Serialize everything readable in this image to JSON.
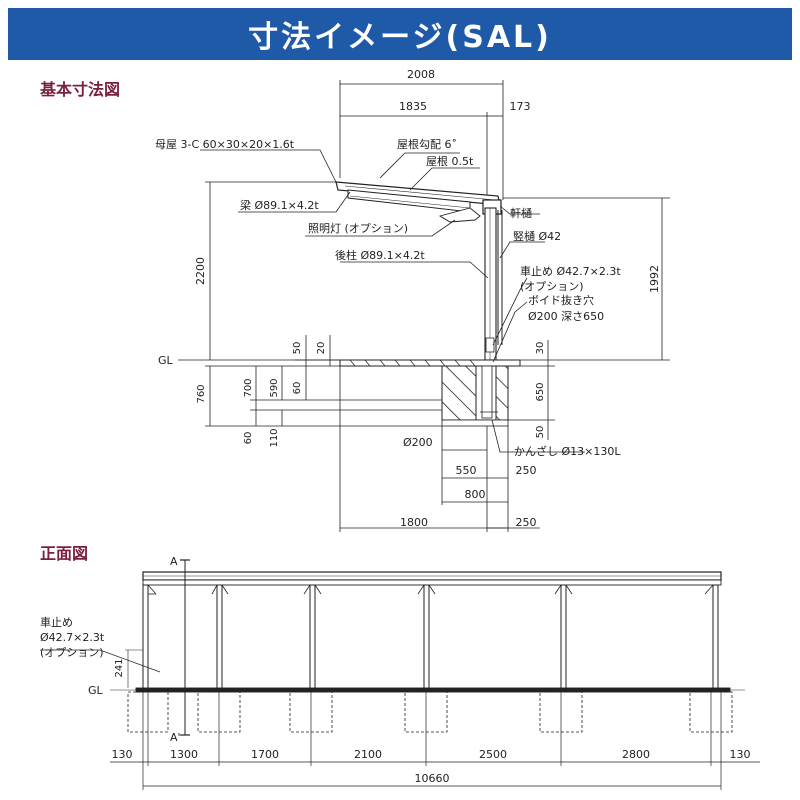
{
  "header": {
    "title": "寸法イメージ(SAL)",
    "color": "#1e5aa8"
  },
  "section1": {
    "title": "基本寸法図",
    "dims": {
      "total_width": "2008",
      "roof_width": "1835",
      "eave_width": "173",
      "height_left": "2200",
      "height_right": "1992",
      "d50": "50",
      "d20": "20",
      "d760": "760",
      "d700": "700",
      "d590": "590",
      "d60a": "60",
      "d60b": "60",
      "d110": "110",
      "d30": "30",
      "d650": "650",
      "d50b": "50",
      "gl": "GL",
      "phi200": "Ø200",
      "d550": "550",
      "d250a": "250",
      "d800": "800",
      "d1800": "1800",
      "d250b": "250"
    },
    "labels": {
      "purlin": "母屋 3-C 60×30×20×1.6t",
      "slope": "屋根勾配 6˚",
      "roof": "屋根 0.5t",
      "beam": "梁 Ø89.1×4.2t",
      "light": "照明灯 (オプション)",
      "gutter": "軒樋",
      "downpipe": "竪樋 Ø42",
      "post": "後柱 Ø89.1×4.2t",
      "stopper1": "車止め Ø42.7×2.3t",
      "stopper2": "(オプション)",
      "void1": "ボイド抜き穴",
      "void2": "Ø200 深さ650",
      "bolt": "かんざし Ø13×130L"
    }
  },
  "section2": {
    "title": "正面図",
    "a_top": "A",
    "a_bottom": "A'",
    "stopper1": "車止め",
    "stopper2": "Ø42.7×2.3t",
    "stopper3": "(オプション)",
    "h241": "241",
    "gl": "GL",
    "spans": [
      "130",
      "1300",
      "1700",
      "2100",
      "2500",
      "2800",
      "130"
    ],
    "total": "10660"
  }
}
